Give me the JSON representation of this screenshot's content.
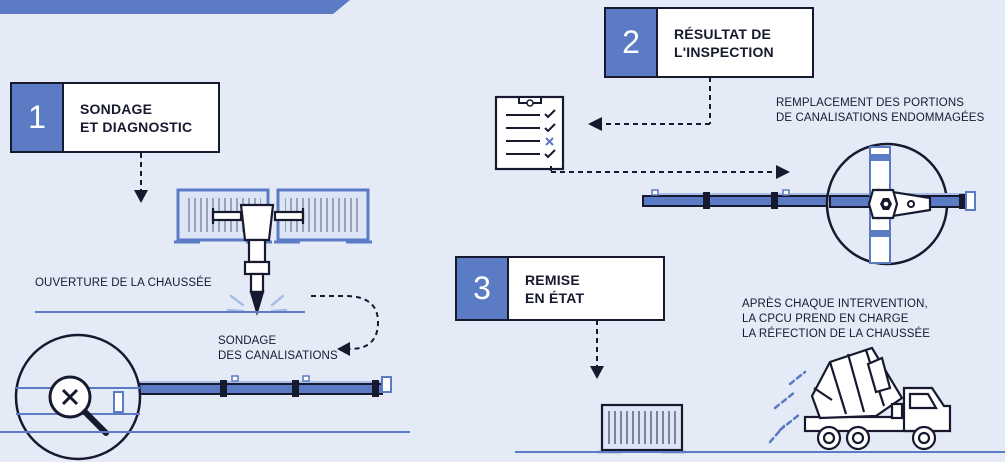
{
  "steps": [
    {
      "number": "1",
      "title": "SONDAGE\nET DIAGNOSTIC"
    },
    {
      "number": "2",
      "title": "RÉSULTAT DE\nL'INSPECTION"
    },
    {
      "number": "3",
      "title": "REMISE\nEN ÉTAT"
    }
  ],
  "labels": {
    "opening": "OUVERTURE DE LA CHAUSSÉE",
    "probing": "SONDAGE\nDES CANALISATIONS",
    "replacement": "REMPLACEMENT DES PORTIONS\nDE CANALISATIONS ENDOMMAGÉES",
    "after": "APRÈS CHAQUE INTERVENTION,\nLA CPCU PREND EN CHARGE\nLA RÉFECTION DE LA CHAUSSÉE"
  },
  "colors": {
    "accent": "#5b7bc4",
    "ink": "#17192f",
    "background": "#e4ebf7",
    "light_blue": "#a9bde6"
  },
  "icons": [
    "barrier-icon",
    "jackhammer-icon",
    "magnifier-x-icon",
    "pipe-icon",
    "checklist-icon",
    "wrench-icon",
    "cement-truck-icon"
  ]
}
